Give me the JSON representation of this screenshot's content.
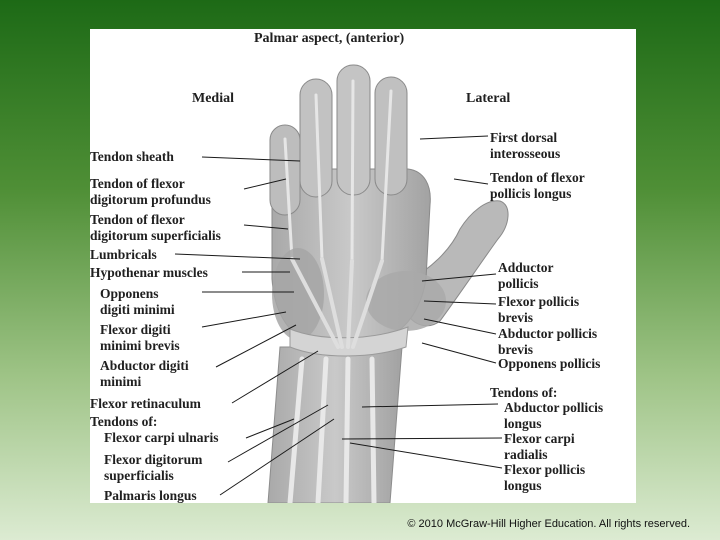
{
  "title": "Palmar aspect, (anterior)",
  "side_medial": "Medial",
  "side_lateral": "Lateral",
  "labels_left": {
    "tendon_sheath": "Tendon sheath",
    "fdp_1": "Tendon of flexor",
    "fdp_2": "digitorum profundus",
    "fds_1": "Tendon of flexor",
    "fds_2": "digitorum superficialis",
    "lumbricals": "Lumbricals",
    "hypothenar": "Hypothenar muscles",
    "odm_1": "Opponens",
    "odm_2": "digiti minimi",
    "fdmb_1": "Flexor digiti",
    "fdmb_2": "minimi brevis",
    "adm_1": "Abductor digiti",
    "adm_2": "minimi",
    "flexor_retinaculum": "Flexor retinaculum",
    "tendons_of": "Tendons of:",
    "fcu": "Flexor carpi ulnaris",
    "fds_t_1": "Flexor digitorum",
    "fds_t_2": "superficialis",
    "palmaris_longus": "Palmaris longus"
  },
  "labels_right": {
    "fdi_1": "First dorsal",
    "fdi_2": "interosseous",
    "fpl_1": "Tendon of flexor",
    "fpl_2": "pollicis longus",
    "add_1": "Adductor",
    "add_2": "pollicis",
    "fpb_1": "Flexor pollicis",
    "fpb_2": "brevis",
    "apb_1": "Abductor pollicis",
    "apb_2": "brevis",
    "opp": "Opponens pollicis",
    "tendons_of": "Tendons of:",
    "apl_1": "Abductor pollicis",
    "apl_2": "longus",
    "fcr_1": "Flexor carpi",
    "fcr_2": "radialis",
    "fplt_1": "Flexor pollicis",
    "fplt_2": "longus"
  },
  "copyright": "© 2010 McGraw-Hill Higher Education.  All rights reserved.",
  "colors": {
    "bg_top": "#1d6a16",
    "bg_bottom": "#dcebd2",
    "panel": "#ffffff",
    "muscle": "#b4b4b4",
    "leader_line": "#1a1a1a"
  }
}
